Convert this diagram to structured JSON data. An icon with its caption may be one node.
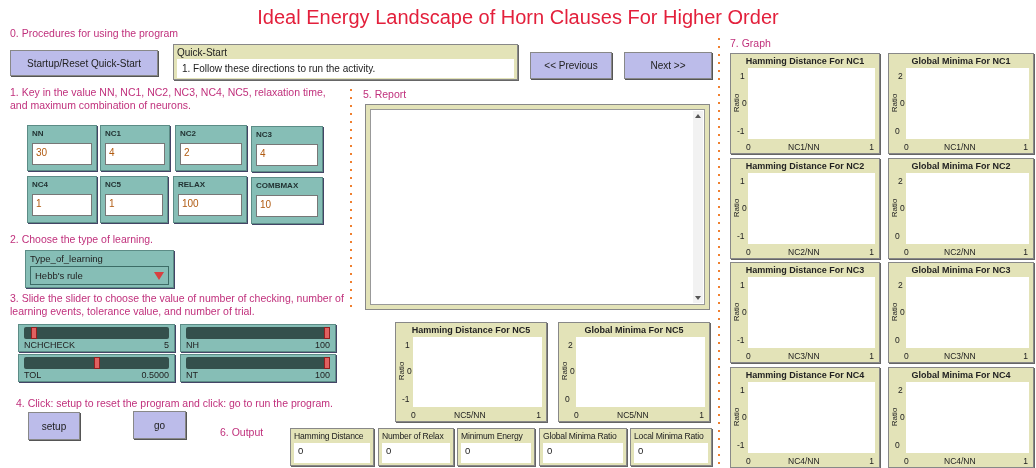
{
  "diagram": {
    "title": "Ideal Energy Landscape of Horn Clauses For Higher Order",
    "nodes": [
      {
        "text": [
          "Startup/Reset Quick-Start"
        ]
      },
      {
        "text": [
          "Quick-Start",
          "1. Follow these directions to run the activity."
        ]
      },
      {
        "text": [
          "<< Previous"
        ]
      },
      {
        "text": [
          "Next >>"
        ]
      },
      {
        "text": [
          "NN",
          "30"
        ]
      },
      {
        "text": [
          "NC1",
          "4"
        ]
      },
      {
        "text": [
          "NC2",
          "2"
        ]
      },
      {
        "text": [
          "NC3",
          "4"
        ]
      },
      {
        "text": [
          "NC4",
          "1"
        ]
      },
      {
        "text": [
          "NC5",
          "1"
        ]
      },
      {
        "text": [
          "RELAX",
          "100"
        ]
      },
      {
        "text": [
          "COMBMAX",
          "10"
        ]
      },
      {
        "text": [
          "Type_of_learning",
          "Hebb's rule"
        ]
      },
      {
        "text": [
          "NCHCHECK",
          "5"
        ]
      },
      {
        "text": [
          "NH",
          "100"
        ]
      },
      {
        "text": [
          "TOL",
          "0.5000"
        ]
      },
      {
        "text": [
          "NT",
          "100"
        ]
      },
      {
        "text": [
          "setup"
        ]
      },
      {
        "text": [
          "go"
        ]
      },
      {
        "text": [],
        "shape": "box"
      },
      {
        "text": [
          "Hamming Distance For NC5",
          "Ratio",
          "1",
          "0",
          "-1",
          "0",
          "NC5/NN",
          "1"
        ]
      },
      {
        "text": [
          "Global Minima For NC5",
          "Ratio",
          "2",
          "0",
          "0",
          "0",
          "NC5/NN",
          "1"
        ]
      },
      {
        "text": [
          "Hamming Distance",
          "0"
        ]
      },
      {
        "text": [
          "Number of Relax",
          "0"
        ]
      },
      {
        "text": [
          "Minimum Energy",
          "0"
        ]
      },
      {
        "text": [
          "Global Minima Ratio",
          "0"
        ]
      },
      {
        "text": [
          "Local Minima Ratio",
          "0"
        ]
      },
      {
        "text": [
          "Hamming Distance For NC1",
          "Ratio",
          "1",
          "0",
          "-1",
          "0",
          "NC1/NN",
          "1"
        ]
      },
      {
        "text": [
          "Global Minima For NC1",
          "Ratio",
          "2",
          "0",
          "0",
          "0",
          "NC1/NN",
          "1"
        ]
      },
      {
        "text": [
          "Hamming Distance For NC2",
          "Ratio",
          "1",
          "0",
          "-1",
          "0",
          "NC2/NN",
          "1"
        ]
      },
      {
        "text": [
          "Global Minima For NC2",
          "Ratio",
          "2",
          "0",
          "0",
          "0",
          "NC2/NN",
          "1"
        ]
      },
      {
        "text": [
          "Hamming Distance For NC3",
          "Ratio",
          "1",
          "0",
          "-1",
          "0",
          "NC3/NN",
          "1"
        ]
      },
      {
        "text": [
          "Global Minima For NC3",
          "Ratio",
          "2",
          "0",
          "0",
          "0",
          "NC3/NN",
          "1"
        ]
      },
      {
        "text": [
          "Hamming Distance For NC4",
          "Ratio",
          "1",
          "0",
          "-1",
          "0",
          "NC4/NN",
          "1"
        ]
      },
      {
        "text": [
          "Global Minima For NC4",
          "Ratio",
          "2",
          "0",
          "0",
          "0",
          "NC4/NN",
          "1"
        ]
      }
    ],
    "labels": [
      "0. Procedures for using the program",
      "1. Key in the value NN, NC1, NC2, NC3, NC4, NC5, relaxation time, and maximum combination of neurons.",
      "2. Choose the type of learning.",
      "3. Slide the slider to choose the value of number of checking, number of learning events, tolerance value, and number of trial.",
      "4. Click: setup to reset the program and click: go to run the program.",
      "5. Report",
      "6. Output",
      "7. Graph"
    ]
  }
}
